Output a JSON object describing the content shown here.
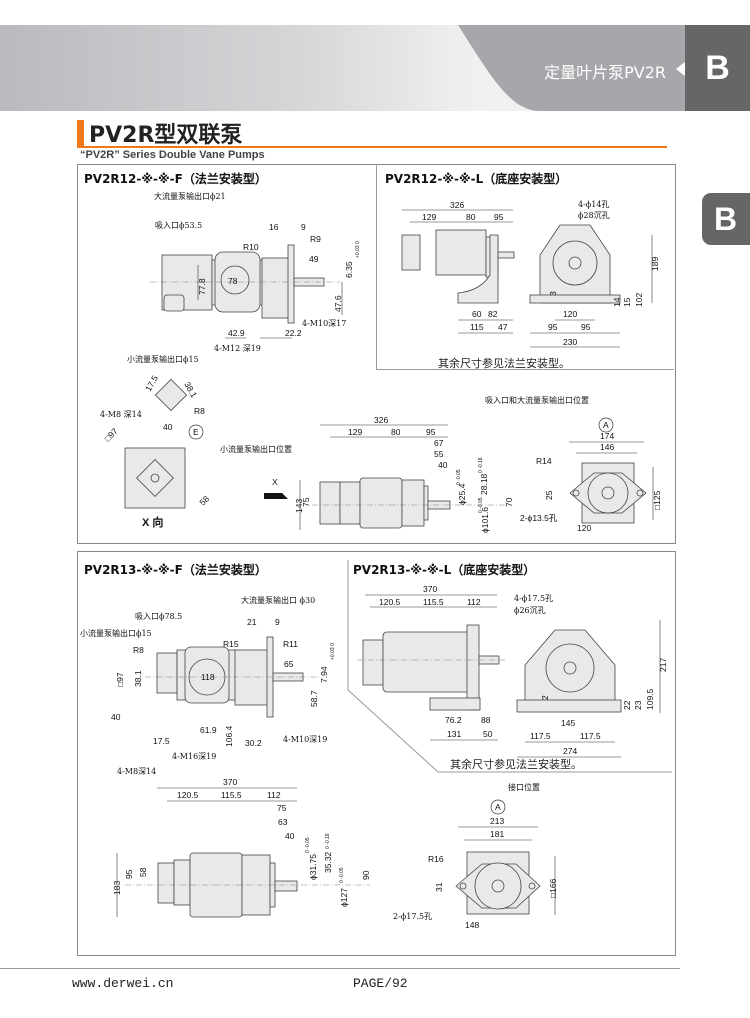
{
  "header": {
    "category_title": "定量叶片泵PV2R",
    "chapter_letter": "B",
    "side_tab_letter": "B"
  },
  "section": {
    "title": "PV2R型双联泵",
    "subtitle": "“PV2R” Series Double Vane Pumps"
  },
  "colors": {
    "accent": "#f07a1a",
    "header_dark": "#666666"
  },
  "panels": {
    "pv2r12_f": {
      "title": "PV2R12-※-※-F（法兰安装型）",
      "callouts": [
        "大流量泵输出口ϕ21",
        "吸入口ϕ53.5",
        "小流量泵输出口ϕ15",
        "4-M12 深19",
        "4-M10深17"
      ],
      "dims": [
        "R10",
        "16",
        "9",
        "R9",
        "49",
        "6.35",
        "+0.03 0",
        "78",
        "77.8",
        "47.6",
        "42.9",
        "22.2"
      ],
      "xview": {
        "label": "X 向",
        "dims": [
          "17.5",
          "38.1",
          "R8",
          "4-M8 深14",
          "40",
          "□97",
          "58"
        ],
        "marker": "E",
        "callout": "小流量泵输出口位置"
      },
      "side": {
        "dims": [
          "326",
          "129",
          "80",
          "95",
          "67",
          "55",
          "40",
          "75",
          "143",
          "ϕ25.4",
          "0 -0.05",
          "28.18",
          "0 -0.18",
          "ϕ101.6",
          "0 -0.05",
          "70"
        ],
        "x_arrow": "X"
      },
      "front": {
        "callout": "吸入口和大流量泵输出口位置",
        "marker": "A",
        "dims": [
          "174",
          "146",
          "R14",
          "25",
          "□125",
          "2-ϕ13.5孔",
          "120"
        ]
      }
    },
    "pv2r12_l": {
      "title": "PV2R12-※-※-L（底座安装型）",
      "dims": [
        "326",
        "129",
        "80",
        "95",
        "60",
        "82",
        "115",
        "47",
        "4-ϕ14孔",
        "ϕ28沉孔",
        "3",
        "120",
        "95",
        "95",
        "230",
        "14",
        "15",
        "102",
        "189"
      ],
      "note": "其余尺寸参见法兰安装型。"
    },
    "pv2r13_f": {
      "title": "PV2R13-※-※-F（法兰安装型）",
      "callouts": [
        "大流量泵输出口 ϕ30",
        "吸入口ϕ78.5",
        "小流量泵输出口ϕ15",
        "4-M16深19",
        "4-M10深19",
        "4-M8深14"
      ],
      "dims": [
        "21",
        "9",
        "R8",
        "R15",
        "R11",
        "65",
        "7.94",
        "+0.03 0",
        "□97",
        "38.1",
        "118",
        "40",
        "58.7",
        "17.5",
        "61.9",
        "106.4",
        "30.2"
      ]
    },
    "pv2r13_l": {
      "title": "PV2R13-※-※-L（底座安装型）",
      "dims": [
        "370",
        "120.5",
        "115.5",
        "112",
        "76.2",
        "88",
        "131",
        "50",
        "4-ϕ17.5孔",
        "ϕ26沉孔",
        "2",
        "145",
        "117.5",
        "117.5",
        "274",
        "22",
        "23",
        "109.5",
        "217"
      ],
      "note": "其余尺寸参见法兰安装型。"
    },
    "pv2r13_side": {
      "dims": [
        "370",
        "120.5",
        "115.5",
        "112",
        "75",
        "63",
        "40",
        "95",
        "58",
        "183",
        "ϕ31.75",
        "0 -0.05",
        "35.32",
        "0 -0.18",
        "ϕ127",
        "0 -0.05",
        "90"
      ]
    },
    "pv2r13_front": {
      "callout": "接口位置",
      "marker": "A",
      "dims": [
        "213",
        "181",
        "R16",
        "31",
        "□166",
        "2-ϕ17.5孔",
        "148"
      ]
    }
  },
  "footer": {
    "url": "www.derwei.cn",
    "page": "PAGE/92"
  }
}
